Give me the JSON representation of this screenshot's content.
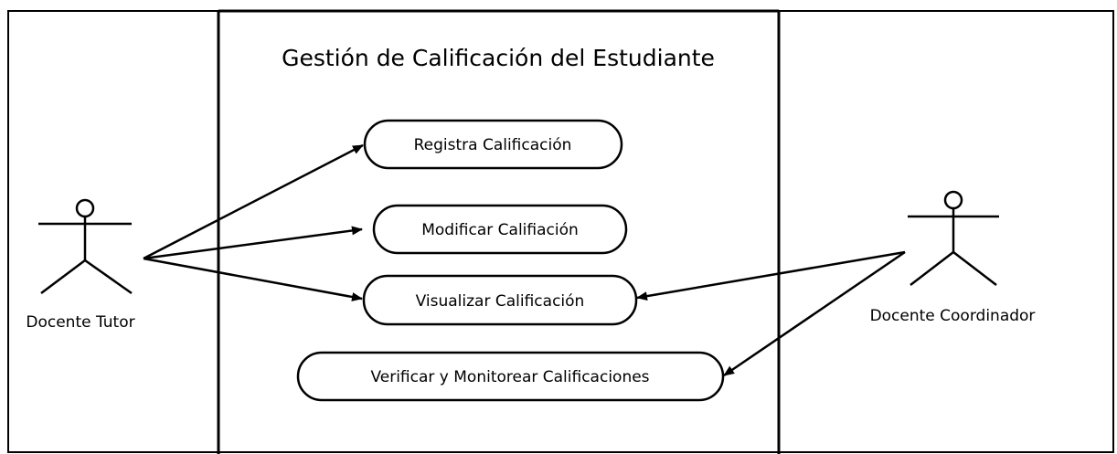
{
  "system": {
    "title": "Gestión de Calificación del Estudiante"
  },
  "actors": {
    "tutor": {
      "name": "Docente Tutor"
    },
    "coordinator": {
      "name": "Docente Coordinador"
    }
  },
  "use_cases": {
    "register": "Registra Calificación",
    "modify": "Modificar Califiación",
    "view": "Visualizar Calificación",
    "verify": "Verificar y Monitorear Calificaciones"
  },
  "relations": [
    {
      "from": "Docente Tutor",
      "to": "Registra Calificación"
    },
    {
      "from": "Docente Tutor",
      "to": "Modificar Califiación"
    },
    {
      "from": "Docente Tutor",
      "to": "Visualizar Calificación"
    },
    {
      "from": "Docente Coordinador",
      "to": "Visualizar Calificación"
    },
    {
      "from": "Docente Coordinador",
      "to": "Verificar y Monitorear Calificaciones"
    }
  ]
}
